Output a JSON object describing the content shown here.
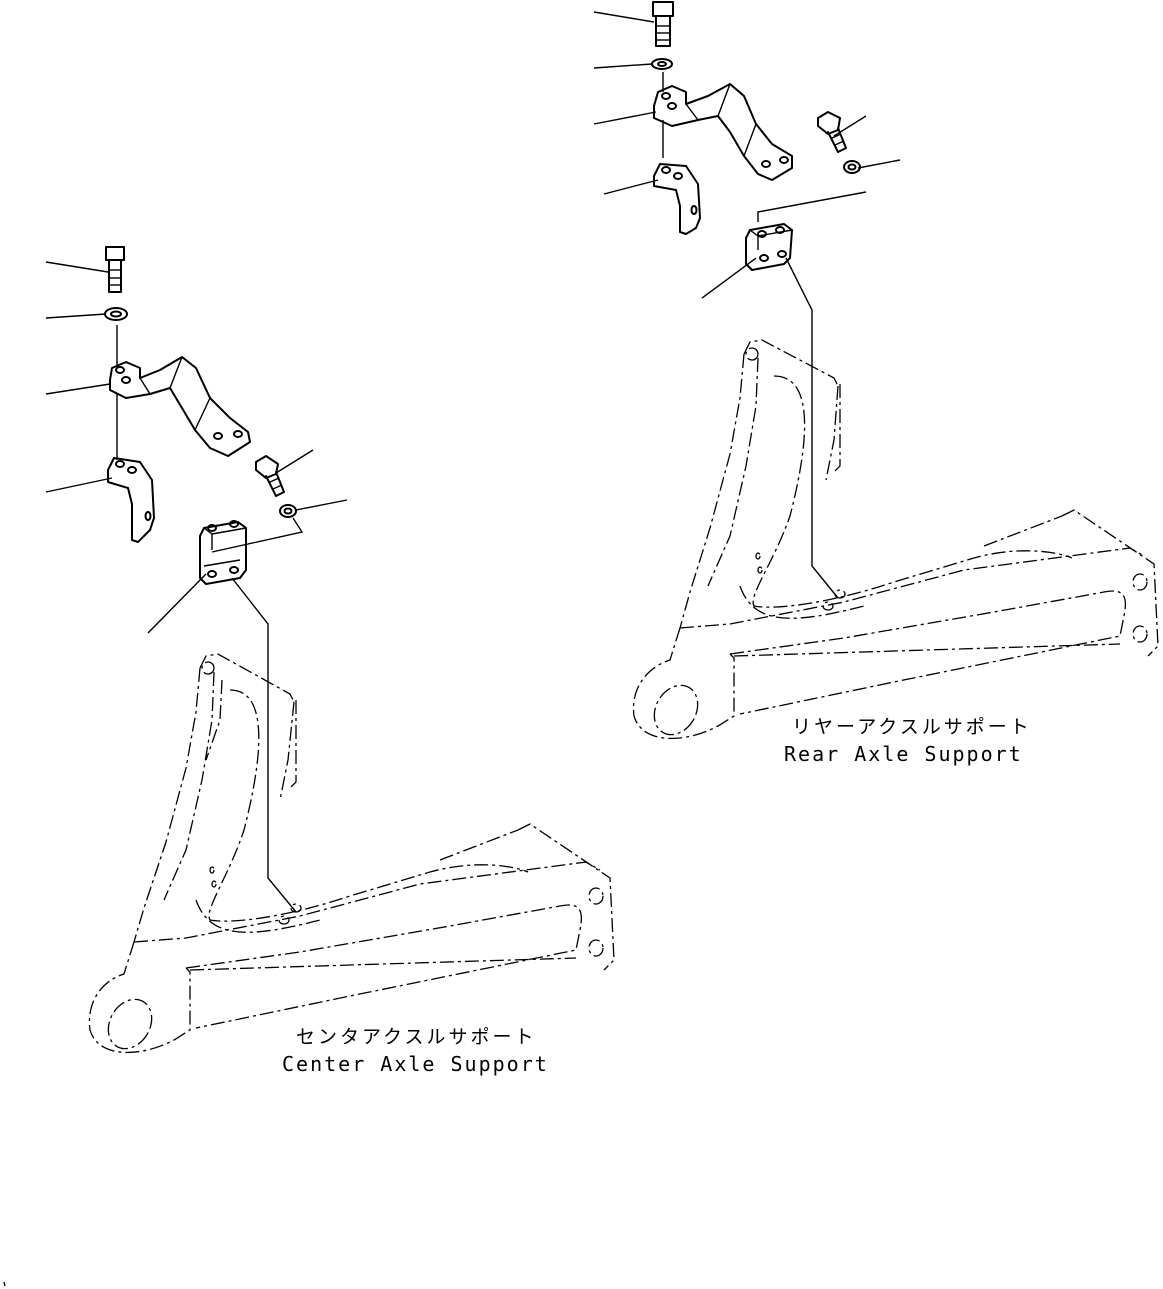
{
  "assemblies": [
    {
      "id": "center",
      "label_jp": "センタアクスルサポート",
      "label_en": "Center Axle Support",
      "parts": [
        "bolt",
        "washer",
        "bracket",
        "clamp",
        "bolt",
        "washer",
        "plate"
      ]
    },
    {
      "id": "rear",
      "label_jp": "リヤーアクスルサポート",
      "label_en": "Rear Axle Support",
      "parts": [
        "bolt",
        "washer",
        "bracket",
        "clamp",
        "bolt",
        "washer",
        "plate"
      ]
    }
  ]
}
